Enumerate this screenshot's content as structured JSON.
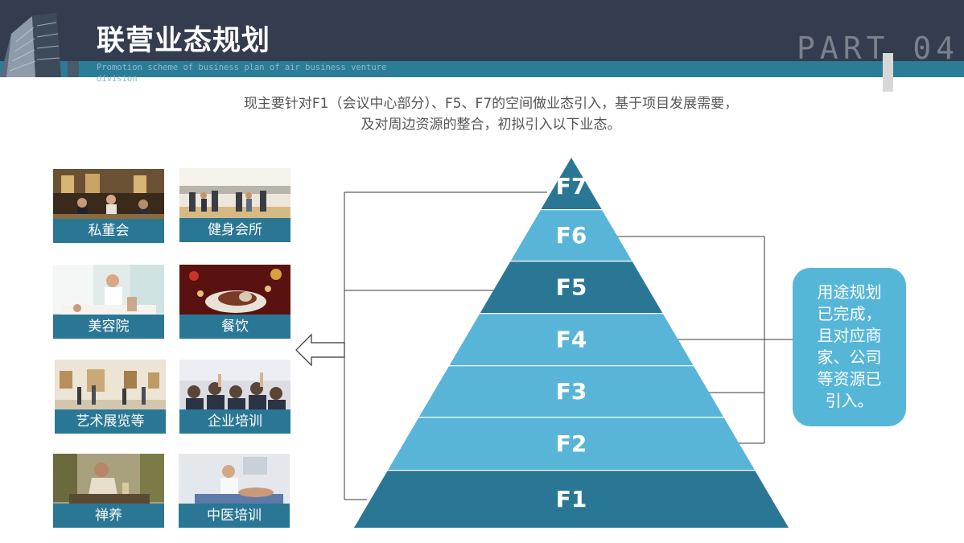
{
  "header": {
    "title": "联营业态规划",
    "subtitle": "Promotion scheme of business plan of air business venture division",
    "part_label": "PART 04"
  },
  "intro": {
    "line1": "现主要针对F1（会议中心部分）、F5、F7的空间做业态引入，基于项目发展需要，",
    "line2": "及对周边资源的整合，初拟引入以下业态。"
  },
  "tiles": [
    {
      "label": "私董会"
    },
    {
      "label": "健身会所"
    },
    {
      "label": "美容院"
    },
    {
      "label": "餐饮"
    },
    {
      "label": "艺术展览等"
    },
    {
      "label": "企业培训"
    },
    {
      "label": "禅养"
    },
    {
      "label": "中医培训"
    }
  ],
  "pyramid": {
    "floors": [
      {
        "label": "F7",
        "color": "#2a7795"
      },
      {
        "label": "F6",
        "color": "#58b5d8"
      },
      {
        "label": "F5",
        "color": "#2a7795"
      },
      {
        "label": "F4",
        "color": "#58b5d8"
      },
      {
        "label": "F3",
        "color": "#58b5d8"
      },
      {
        "label": "F2",
        "color": "#58b5d8"
      },
      {
        "label": "F1",
        "color": "#2a7795"
      }
    ]
  },
  "callout": {
    "text_lines": [
      "用途规划",
      "已完成，",
      "且对应商",
      "家、公司",
      "等资源已",
      "引入。"
    ]
  },
  "colors": {
    "dark": "#333d4f",
    "accent": "#2a7795",
    "light": "#58b5d8"
  }
}
